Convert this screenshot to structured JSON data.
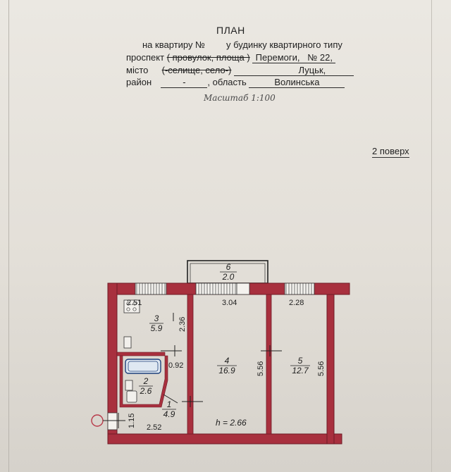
{
  "header": {
    "title": "ПЛАН",
    "line1": {
      "prefix": "на квартиру №",
      "suffix": "у будинку квартирного типу"
    },
    "line2": {
      "label": "проспект",
      "struck": "( провулок, площа )",
      "value": "Перемоги,",
      "number": "№ 22,"
    },
    "line3": {
      "label": "місто",
      "struck": "(-селище, село-)",
      "value": "Луцьк,"
    },
    "line4": {
      "label": "район",
      "value": "-",
      "sep": ", область",
      "region": "Волинська"
    },
    "scale": "Масштаб 1:100",
    "floor": "2 поверх"
  },
  "plan": {
    "dims": {
      "d251": "2.51",
      "d304": "3.04",
      "d228": "2.28",
      "d236": "2.36",
      "d092": "0.92",
      "d556a": "5.56",
      "d556b": "5.56",
      "d115": "1.15",
      "d252": "2.52"
    },
    "rooms": [
      {
        "num": "3",
        "area": "5.9"
      },
      {
        "num": "2",
        "area": "2.6"
      },
      {
        "num": "1",
        "area": "4.9"
      },
      {
        "num": "4",
        "area": "16.9"
      },
      {
        "num": "5",
        "area": "12.7"
      },
      {
        "num": "6",
        "area": "2.0"
      }
    ],
    "height": "h = 2.66"
  },
  "colors": {
    "wall": "#a8303e",
    "wall_dark": "#7a1f2a",
    "ink": "#1f1f1f"
  }
}
